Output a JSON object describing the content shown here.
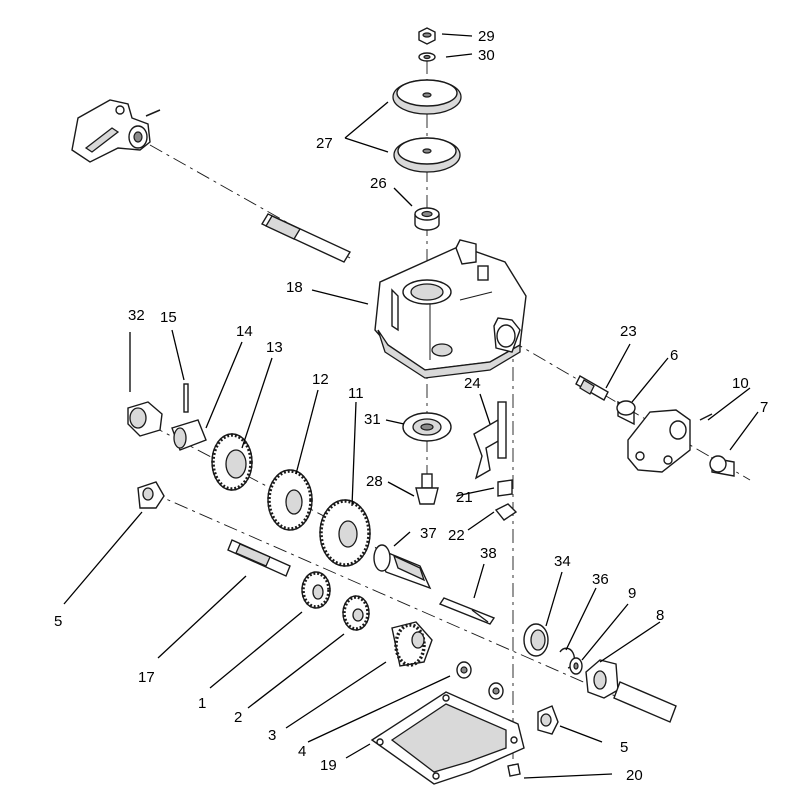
{
  "diagram": {
    "type": "exploded-parts-view",
    "callouts": {
      "c1": "1",
      "c2": "2",
      "c3": "3",
      "c4": "4",
      "c5a": "5",
      "c5b": "5",
      "c6": "6",
      "c7": "7",
      "c8": "8",
      "c9": "9",
      "c10": "10",
      "c11": "11",
      "c12": "12",
      "c13": "13",
      "c14": "14",
      "c15": "15",
      "c17": "17",
      "c18": "18",
      "c19": "19",
      "c20": "20",
      "c21": "21",
      "c22": "22",
      "c23": "23",
      "c24": "24",
      "c26": "26",
      "c27": "27",
      "c28": "28",
      "c29": "29",
      "c30": "30",
      "c31": "31",
      "c32": "32",
      "c34": "34",
      "c36": "36",
      "c37": "37",
      "c38": "38"
    }
  }
}
